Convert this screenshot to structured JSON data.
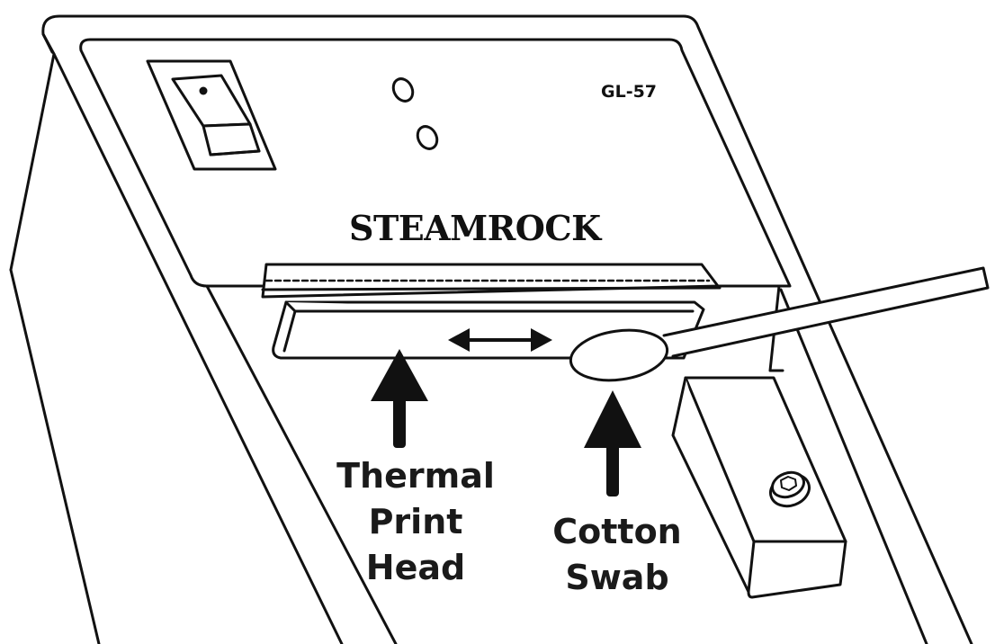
{
  "device": {
    "model": "GL-57",
    "brand": "STEAMROCK"
  },
  "labels": {
    "thermal_print_head": [
      "Thermal",
      "Print",
      "Head"
    ],
    "cotton_swab": [
      "Cotton",
      "Swab"
    ]
  },
  "icons": {
    "power_switch": "rocker-switch-icon",
    "indicators": "led-indicator-icon",
    "motion": "double-arrow-icon",
    "screw": "hex-socket-screw-icon"
  },
  "colors": {
    "line": "#111111",
    "fill": "#ffffff",
    "text": "#1a1a1a"
  }
}
